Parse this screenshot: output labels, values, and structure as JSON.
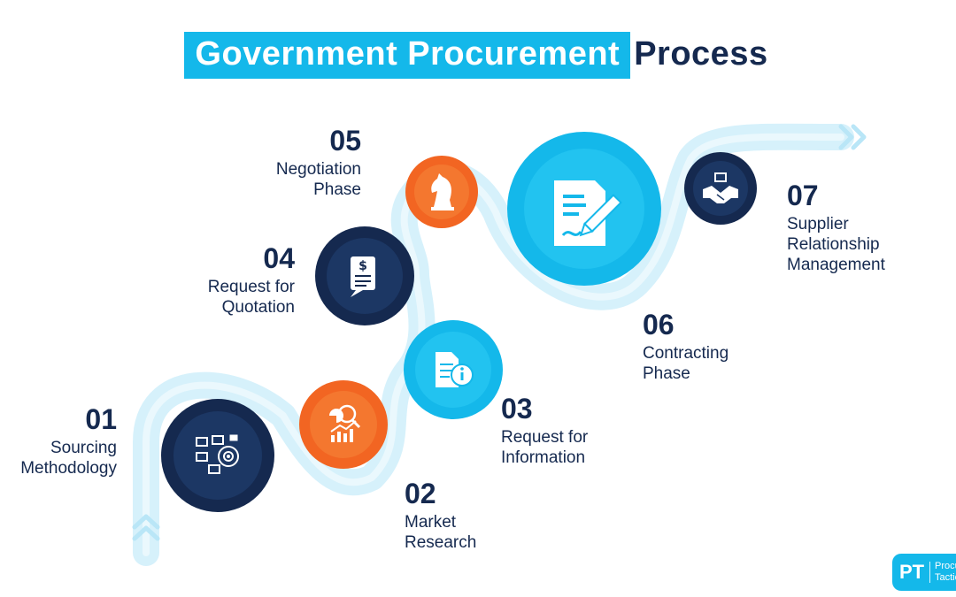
{
  "title": {
    "highlight": "Government Procurement",
    "rest": "Process"
  },
  "steps": [
    {
      "num": "01",
      "label_lines": [
        "Sourcing",
        "Methodology"
      ]
    },
    {
      "num": "02",
      "label_lines": [
        "Market",
        "Research"
      ]
    },
    {
      "num": "03",
      "label_lines": [
        "Request for",
        "Information"
      ]
    },
    {
      "num": "04",
      "label_lines": [
        "Request for",
        "Quotation"
      ]
    },
    {
      "num": "05",
      "label_lines": [
        "Negotiation",
        "Phase"
      ]
    },
    {
      "num": "06",
      "label_lines": [
        "Contracting",
        "Phase"
      ]
    },
    {
      "num": "07",
      "label_lines": [
        "Supplier",
        "Relationship",
        "Management"
      ]
    }
  ],
  "icons": [
    "target-board-icon",
    "analytics-magnifier-icon",
    "info-document-icon",
    "invoice-quote-icon",
    "chess-knight-icon",
    "contract-signing-icon",
    "handshake-icon"
  ],
  "logo": {
    "mark": "PT",
    "word1": "Procurement",
    "word2": "Tactics"
  },
  "colors": {
    "navy": "#15294f",
    "cyan": "#14b8ea",
    "orange": "#f26522",
    "path": "#d6f1fb"
  }
}
